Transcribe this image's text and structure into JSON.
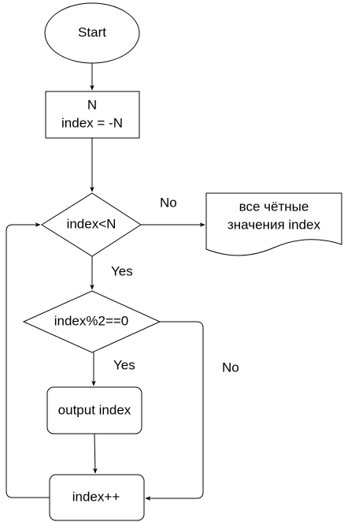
{
  "nodes": {
    "start": {
      "label": "Start"
    },
    "init": {
      "line1": "N",
      "line2": "index = -N"
    },
    "cond_loop": {
      "label": "index<N"
    },
    "result_doc": {
      "line1": "все чётные",
      "line2": "значения index"
    },
    "cond_even": {
      "label": "index%2==0"
    },
    "output": {
      "label": "output index"
    },
    "increment": {
      "label": "index++"
    }
  },
  "edges": {
    "loop_no": "No",
    "loop_yes": "Yes",
    "even_yes": "Yes",
    "even_no": "No"
  }
}
